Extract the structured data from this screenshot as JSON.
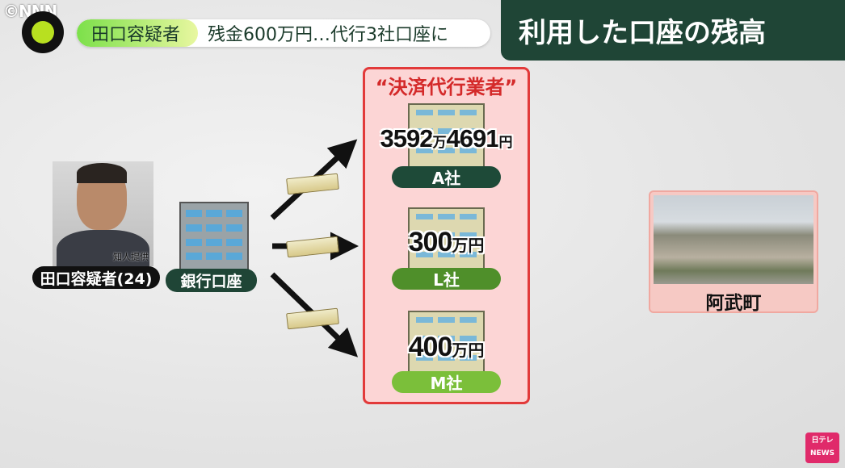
{
  "watermark": "©NNN",
  "headline": {
    "tag": "田口容疑者",
    "text": "残金600万円…代行3社口座に"
  },
  "title": "利用した口座の残高",
  "suspect": {
    "credit": "知人提供",
    "name": "田口容疑者(24)"
  },
  "bank": {
    "label": "銀行口座"
  },
  "processors": {
    "title": "“決済代行業者”",
    "companies": [
      {
        "label": "A社",
        "amount_main": "3592",
        "amount_unit1": "万",
        "amount_sub": "4691",
        "amount_unit2": "円",
        "color": "#1e4a38"
      },
      {
        "label": "L社",
        "amount_main": "300",
        "amount_unit1": "万円",
        "color": "#4f8f2a"
      },
      {
        "label": "M社",
        "amount_main": "400",
        "amount_unit1": "万円",
        "color": "#7bbf3a"
      }
    ]
  },
  "town": {
    "label": "阿武町"
  },
  "broadcaster": {
    "top": "日テレ",
    "bottom": "NEWS"
  }
}
